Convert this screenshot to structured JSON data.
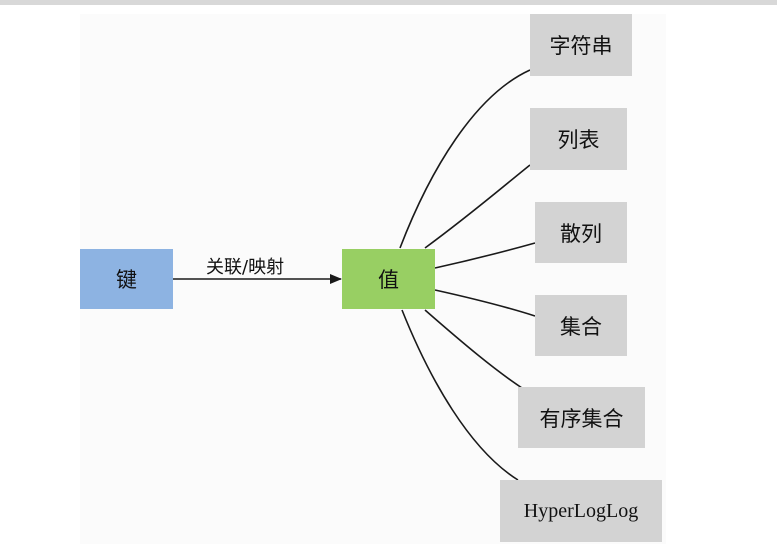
{
  "diagram": {
    "key_node": {
      "label": "键"
    },
    "value_node": {
      "label": "值"
    },
    "edge_label": "关联/映射",
    "value_types": [
      {
        "label": "字符串"
      },
      {
        "label": "列表"
      },
      {
        "label": "散列"
      },
      {
        "label": "集合"
      },
      {
        "label": "有序集合"
      },
      {
        "label": "HyperLogLog"
      }
    ]
  },
  "colors": {
    "key_fill": "#8db3e2",
    "value_fill": "#98cf63",
    "type_fill": "#d3d3d3",
    "line": "#1a1a1a"
  }
}
